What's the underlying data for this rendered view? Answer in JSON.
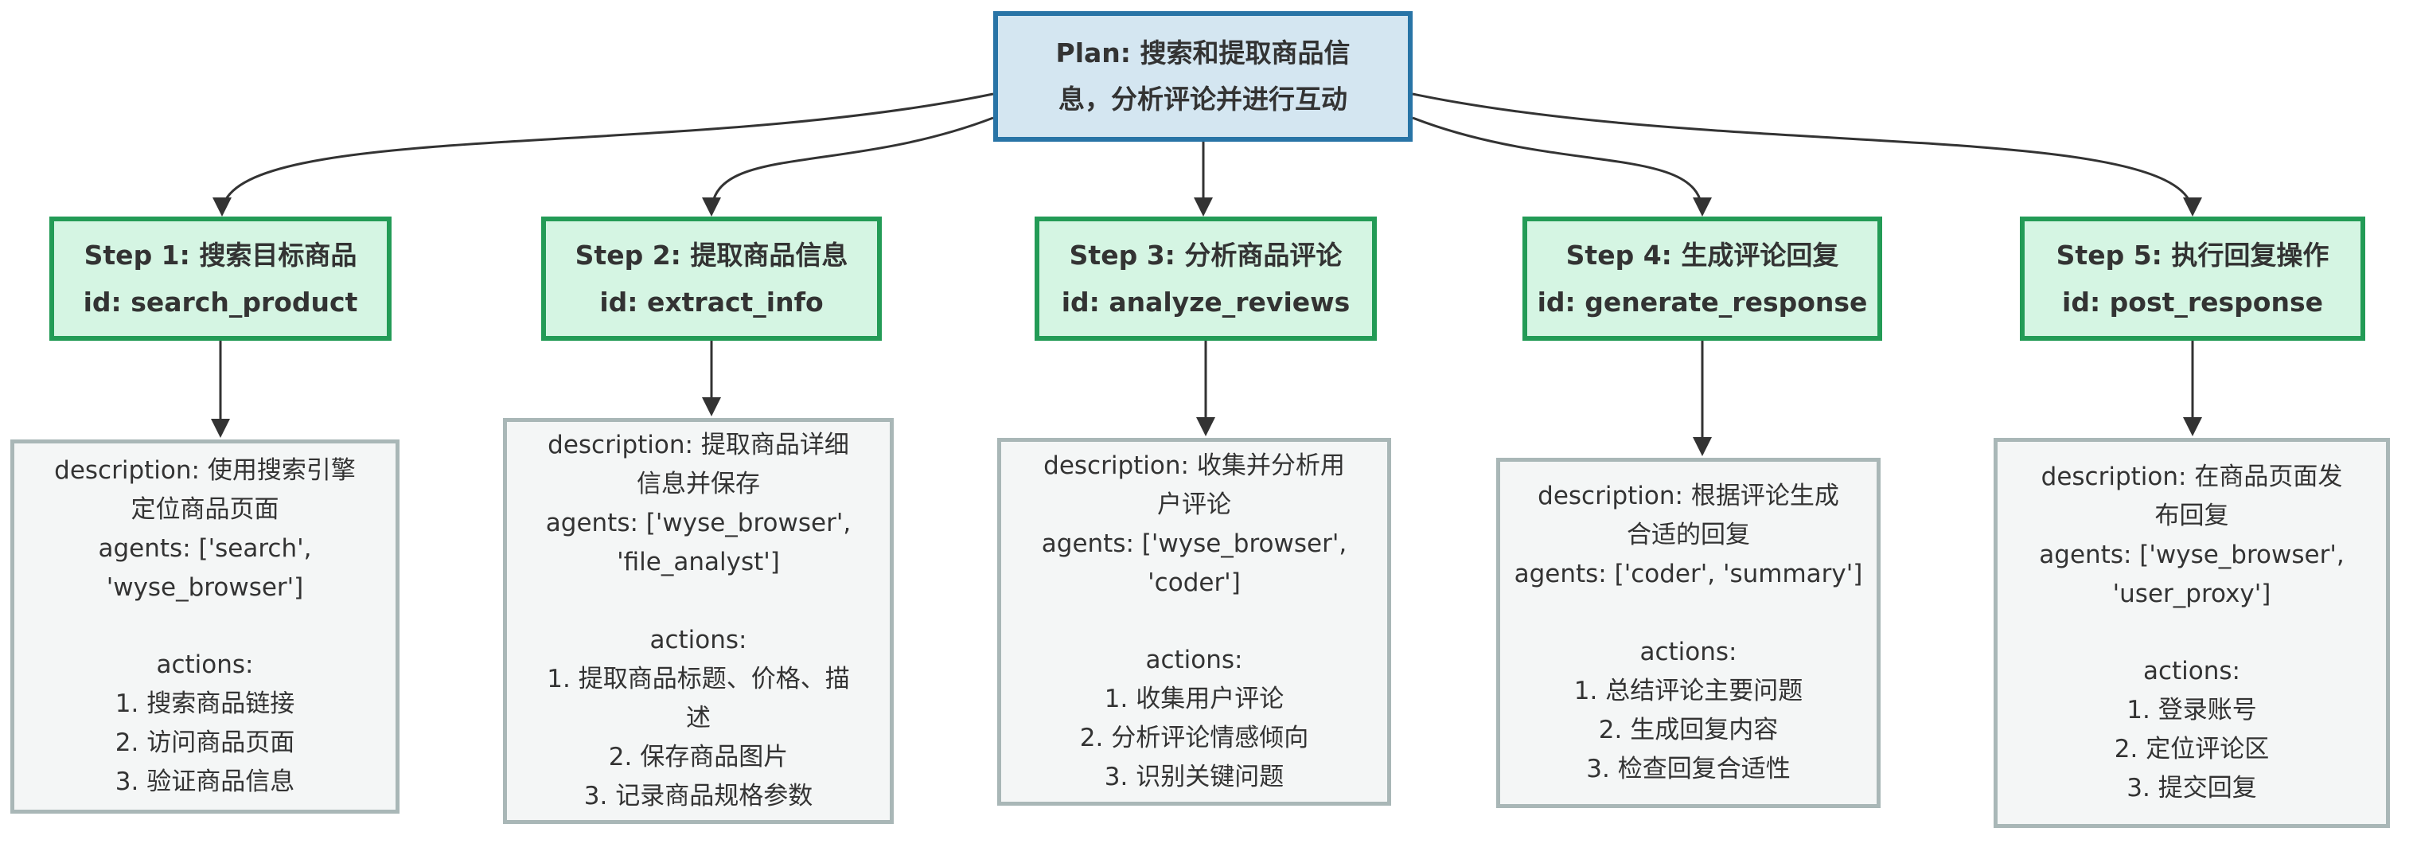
{
  "colors": {
    "plan_fill": "#d4e6f1",
    "plan_border": "#2874a6",
    "step_fill": "#d5f5e3",
    "step_border": "#239b56",
    "detail_fill": "#f4f6f6",
    "detail_border": "#a9b7b7",
    "text": "#333333",
    "edge": "#333333",
    "background": "#ffffff"
  },
  "plan": {
    "label": "Plan: 搜索和提取商品信\n息，分析评论并进行互动"
  },
  "steps": [
    {
      "title": "Step 1: 搜索目标商品\nid: search_product",
      "detail": "description: 使用搜索引擎\n定位商品页面\nagents: ['search',\n'wyse_browser']\n\nactions:\n1. 搜索商品链接\n2. 访问商品页面\n3. 验证商品信息"
    },
    {
      "title": "Step 2: 提取商品信息\nid: extract_info",
      "detail": "description: 提取商品详细\n信息并保存\nagents: ['wyse_browser',\n'file_analyst']\n\nactions:\n1. 提取商品标题、价格、描\n述\n2. 保存商品图片\n3. 记录商品规格参数"
    },
    {
      "title": "Step 3: 分析商品评论\nid: analyze_reviews",
      "detail": "description: 收集并分析用\n户评论\nagents: ['wyse_browser',\n'coder']\n\nactions:\n1. 收集用户评论\n2. 分析评论情感倾向\n3. 识别关键问题"
    },
    {
      "title": "Step 4: 生成评论回复\nid: generate_response",
      "detail": "description: 根据评论生成\n合适的回复\nagents: ['coder', 'summary']\n\nactions:\n1. 总结评论主要问题\n2. 生成回复内容\n3. 检查回复合适性"
    },
    {
      "title": "Step 5: 执行回复操作\nid: post_response",
      "detail": "description: 在商品页面发\n布回复\nagents: ['wyse_browser',\n'user_proxy']\n\nactions:\n1. 登录账号\n2. 定位评论区\n3. 提交回复"
    }
  ]
}
